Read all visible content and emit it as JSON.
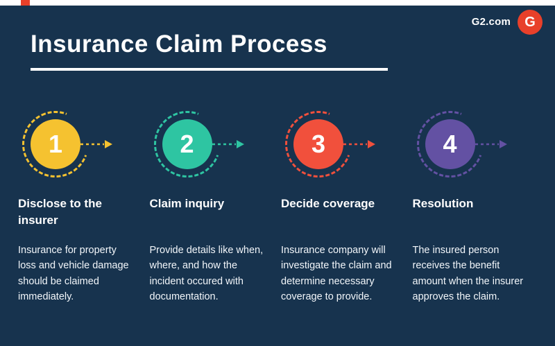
{
  "header": {
    "brand": "G2.com",
    "logo_letter": "G",
    "title": "Insurance Claim Process"
  },
  "colors": {
    "background": "#17334E",
    "accent_red": "#E8402A",
    "step_yellow": "#F5C230",
    "step_teal": "#2EC5A2",
    "step_red": "#F1503C",
    "step_purple": "#6351A3"
  },
  "steps": [
    {
      "number": "1",
      "color": "#F5C230",
      "title": "Disclose to the insurer",
      "description": "Insurance for property loss and vehicle damage should be claimed immediately."
    },
    {
      "number": "2",
      "color": "#2EC5A2",
      "title": "Claim inquiry",
      "description": "Provide details like when, where, and how the incident occured with documentation."
    },
    {
      "number": "3",
      "color": "#F1503C",
      "title": "Decide coverage",
      "description": "Insurance company will investigate the claim and determine necessary coverage to provide."
    },
    {
      "number": "4",
      "color": "#6351A3",
      "title": "Resolution",
      "description": "The insured person receives the benefit amount  when the insurer approves the claim."
    }
  ]
}
